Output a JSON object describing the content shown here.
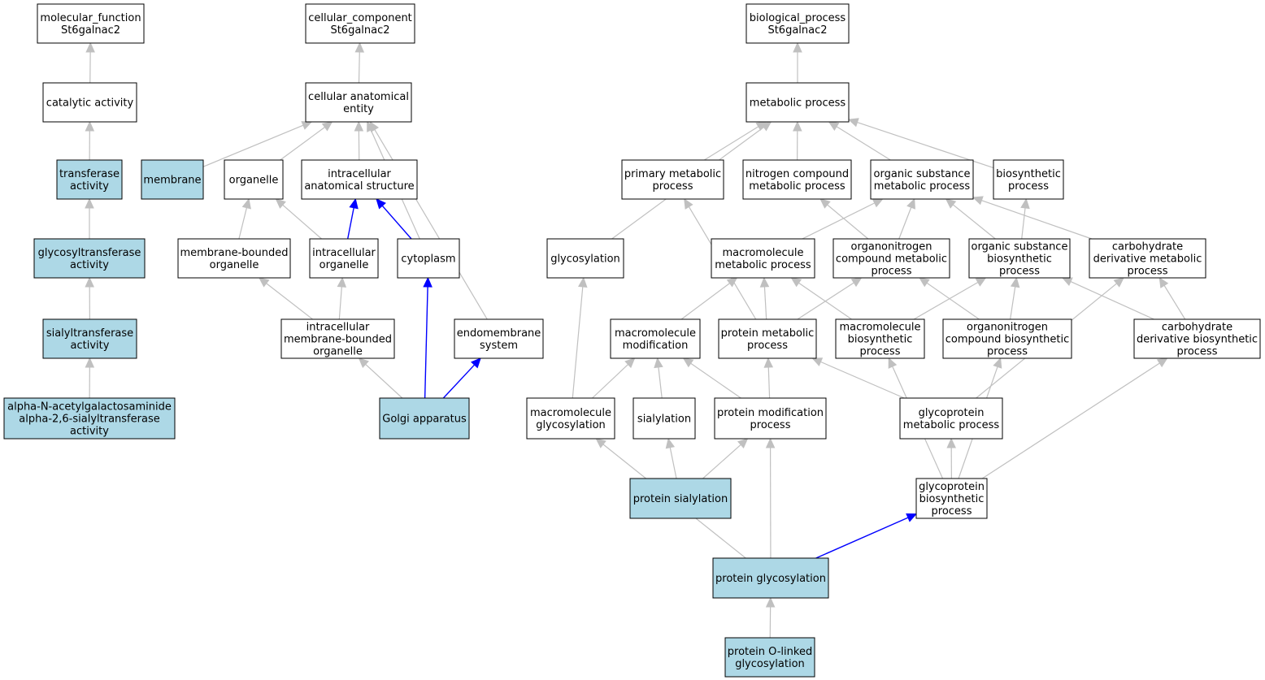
{
  "colors": {
    "highlight_fill": "#add8e6",
    "plain_fill": "#ffffff",
    "gray_edge": "#c0c0c0",
    "blue_edge": "#0000ff",
    "border": "#000000"
  },
  "nodes": {
    "molecular_function": {
      "lines": [
        "molecular_function",
        "St6galnac2"
      ],
      "highlight": false
    },
    "catalytic_activity": {
      "lines": [
        "catalytic activity"
      ],
      "highlight": false
    },
    "transferase_activity": {
      "lines": [
        "transferase",
        "activity"
      ],
      "highlight": true
    },
    "glycosyltransferase_activity": {
      "lines": [
        "glycosyltransferase",
        "activity"
      ],
      "highlight": true
    },
    "sialyltransferase_activity": {
      "lines": [
        "sialyltransferase",
        "activity"
      ],
      "highlight": true
    },
    "alpha_n_acetyl": {
      "lines": [
        "alpha-N-acetylgalactosaminide",
        "alpha-2,6-sialyltransferase",
        "activity"
      ],
      "highlight": true
    },
    "cellular_component": {
      "lines": [
        "cellular_component",
        "St6galnac2"
      ],
      "highlight": false
    },
    "cellular_anatomical_entity": {
      "lines": [
        "cellular anatomical",
        "entity"
      ],
      "highlight": false
    },
    "membrane": {
      "lines": [
        "membrane"
      ],
      "highlight": true
    },
    "organelle": {
      "lines": [
        "organelle"
      ],
      "highlight": false
    },
    "intracellular_anatomical_structure": {
      "lines": [
        "intracellular",
        "anatomical structure"
      ],
      "highlight": false
    },
    "membrane_bounded_organelle": {
      "lines": [
        "membrane-bounded",
        "organelle"
      ],
      "highlight": false
    },
    "intracellular_organelle": {
      "lines": [
        "intracellular",
        "organelle"
      ],
      "highlight": false
    },
    "cytoplasm": {
      "lines": [
        "cytoplasm"
      ],
      "highlight": false
    },
    "intracellular_membrane_bounded_organelle": {
      "lines": [
        "intracellular",
        "membrane-bounded",
        "organelle"
      ],
      "highlight": false
    },
    "endomembrane_system": {
      "lines": [
        "endomembrane",
        "system"
      ],
      "highlight": false
    },
    "golgi_apparatus": {
      "lines": [
        "Golgi apparatus"
      ],
      "highlight": true
    },
    "biological_process": {
      "lines": [
        "biological_process",
        "St6galnac2"
      ],
      "highlight": false
    },
    "metabolic_process": {
      "lines": [
        "metabolic process"
      ],
      "highlight": false
    },
    "primary_metabolic_process": {
      "lines": [
        "primary metabolic",
        "process"
      ],
      "highlight": false
    },
    "nitrogen_compound_metabolic_process": {
      "lines": [
        "nitrogen compound",
        "metabolic process"
      ],
      "highlight": false
    },
    "organic_substance_metabolic_process": {
      "lines": [
        "organic substance",
        "metabolic process"
      ],
      "highlight": false
    },
    "biosynthetic_process": {
      "lines": [
        "biosynthetic",
        "process"
      ],
      "highlight": false
    },
    "glycosylation": {
      "lines": [
        "glycosylation"
      ],
      "highlight": false
    },
    "macromolecule_metabolic_process": {
      "lines": [
        "macromolecule",
        "metabolic process"
      ],
      "highlight": false
    },
    "organonitrogen_compound_metabolic_process": {
      "lines": [
        "organonitrogen",
        "compound metabolic",
        "process"
      ],
      "highlight": false
    },
    "organic_substance_biosynthetic_process": {
      "lines": [
        "organic substance",
        "biosynthetic",
        "process"
      ],
      "highlight": false
    },
    "carbohydrate_derivative_metabolic_process": {
      "lines": [
        "carbohydrate",
        "derivative metabolic",
        "process"
      ],
      "highlight": false
    },
    "macromolecule_modification": {
      "lines": [
        "macromolecule",
        "modification"
      ],
      "highlight": false
    },
    "protein_metabolic_process": {
      "lines": [
        "protein metabolic",
        "process"
      ],
      "highlight": false
    },
    "macromolecule_biosynthetic_process": {
      "lines": [
        "macromolecule",
        "biosynthetic",
        "process"
      ],
      "highlight": false
    },
    "organonitrogen_compound_biosynthetic_process": {
      "lines": [
        "organonitrogen",
        "compound biosynthetic",
        "process"
      ],
      "highlight": false
    },
    "carbohydrate_derivative_biosynthetic_process": {
      "lines": [
        "carbohydrate",
        "derivative biosynthetic",
        "process"
      ],
      "highlight": false
    },
    "macromolecule_glycosylation": {
      "lines": [
        "macromolecule",
        "glycosylation"
      ],
      "highlight": false
    },
    "sialylation": {
      "lines": [
        "sialylation"
      ],
      "highlight": false
    },
    "protein_modification_process": {
      "lines": [
        "protein modification",
        "process"
      ],
      "highlight": false
    },
    "glycoprotein_metabolic_process": {
      "lines": [
        "glycoprotein",
        "metabolic process"
      ],
      "highlight": false
    },
    "protein_sialylation": {
      "lines": [
        "protein sialylation"
      ],
      "highlight": true
    },
    "glycoprotein_biosynthetic_process": {
      "lines": [
        "glycoprotein",
        "biosynthetic",
        "process"
      ],
      "highlight": false
    },
    "protein_glycosylation": {
      "lines": [
        "protein glycosylation"
      ],
      "highlight": true
    },
    "protein_o_linked_glycosylation": {
      "lines": [
        "protein O-linked",
        "glycosylation"
      ],
      "highlight": true
    }
  },
  "edges": [
    {
      "from": "catalytic_activity",
      "to": "molecular_function",
      "color": "gray"
    },
    {
      "from": "transferase_activity",
      "to": "catalytic_activity",
      "color": "gray"
    },
    {
      "from": "glycosyltransferase_activity",
      "to": "transferase_activity",
      "color": "gray"
    },
    {
      "from": "sialyltransferase_activity",
      "to": "glycosyltransferase_activity",
      "color": "gray"
    },
    {
      "from": "alpha_n_acetyl",
      "to": "sialyltransferase_activity",
      "color": "gray"
    },
    {
      "from": "cellular_anatomical_entity",
      "to": "cellular_component",
      "color": "gray"
    },
    {
      "from": "membrane",
      "to": "cellular_anatomical_entity",
      "color": "gray"
    },
    {
      "from": "organelle",
      "to": "cellular_anatomical_entity",
      "color": "gray"
    },
    {
      "from": "intracellular_anatomical_structure",
      "to": "cellular_anatomical_entity",
      "color": "gray"
    },
    {
      "from": "cytoplasm",
      "to": "cellular_anatomical_entity",
      "color": "gray"
    },
    {
      "from": "endomembrane_system",
      "to": "cellular_anatomical_entity",
      "color": "gray"
    },
    {
      "from": "membrane_bounded_organelle",
      "to": "organelle",
      "color": "gray"
    },
    {
      "from": "intracellular_organelle",
      "to": "organelle",
      "color": "gray"
    },
    {
      "from": "intracellular_organelle",
      "to": "intracellular_anatomical_structure",
      "color": "blue"
    },
    {
      "from": "cytoplasm",
      "to": "intracellular_anatomical_structure",
      "color": "blue"
    },
    {
      "from": "intracellular_membrane_bounded_organelle",
      "to": "membrane_bounded_organelle",
      "color": "gray"
    },
    {
      "from": "intracellular_membrane_bounded_organelle",
      "to": "intracellular_organelle",
      "color": "gray"
    },
    {
      "from": "golgi_apparatus",
      "to": "intracellular_membrane_bounded_organelle",
      "color": "gray"
    },
    {
      "from": "golgi_apparatus",
      "to": "cytoplasm",
      "color": "blue"
    },
    {
      "from": "golgi_apparatus",
      "to": "endomembrane_system",
      "color": "blue"
    },
    {
      "from": "metabolic_process",
      "to": "biological_process",
      "color": "gray"
    },
    {
      "from": "glycosylation",
      "to": "metabolic_process",
      "color": "gray"
    },
    {
      "from": "primary_metabolic_process",
      "to": "metabolic_process",
      "color": "gray"
    },
    {
      "from": "nitrogen_compound_metabolic_process",
      "to": "metabolic_process",
      "color": "gray"
    },
    {
      "from": "organic_substance_metabolic_process",
      "to": "metabolic_process",
      "color": "gray"
    },
    {
      "from": "biosynthetic_process",
      "to": "metabolic_process",
      "color": "gray"
    },
    {
      "from": "macromolecule_metabolic_process",
      "to": "organic_substance_metabolic_process",
      "color": "gray"
    },
    {
      "from": "organonitrogen_compound_metabolic_process",
      "to": "organic_substance_metabolic_process",
      "color": "gray"
    },
    {
      "from": "organonitrogen_compound_metabolic_process",
      "to": "nitrogen_compound_metabolic_process",
      "color": "gray"
    },
    {
      "from": "organic_substance_biosynthetic_process",
      "to": "organic_substance_metabolic_process",
      "color": "gray"
    },
    {
      "from": "organic_substance_biosynthetic_process",
      "to": "biosynthetic_process",
      "color": "gray"
    },
    {
      "from": "carbohydrate_derivative_metabolic_process",
      "to": "organic_substance_metabolic_process",
      "color": "gray"
    },
    {
      "from": "macromolecule_modification",
      "to": "macromolecule_metabolic_process",
      "color": "gray"
    },
    {
      "from": "protein_metabolic_process",
      "to": "macromolecule_metabolic_process",
      "color": "gray"
    },
    {
      "from": "protein_metabolic_process",
      "to": "organonitrogen_compound_metabolic_process",
      "color": "gray"
    },
    {
      "from": "protein_metabolic_process",
      "to": "primary_metabolic_process",
      "color": "gray"
    },
    {
      "from": "macromolecule_biosynthetic_process",
      "to": "macromolecule_metabolic_process",
      "color": "gray"
    },
    {
      "from": "macromolecule_biosynthetic_process",
      "to": "organic_substance_biosynthetic_process",
      "color": "gray"
    },
    {
      "from": "organonitrogen_compound_biosynthetic_process",
      "to": "organonitrogen_compound_metabolic_process",
      "color": "gray"
    },
    {
      "from": "organonitrogen_compound_biosynthetic_process",
      "to": "organic_substance_biosynthetic_process",
      "color": "gray"
    },
    {
      "from": "carbohydrate_derivative_biosynthetic_process",
      "to": "carbohydrate_derivative_metabolic_process",
      "color": "gray"
    },
    {
      "from": "carbohydrate_derivative_biosynthetic_process",
      "to": "organic_substance_biosynthetic_process",
      "color": "gray"
    },
    {
      "from": "macromolecule_glycosylation",
      "to": "glycosylation",
      "color": "gray"
    },
    {
      "from": "macromolecule_glycosylation",
      "to": "macromolecule_modification",
      "color": "gray"
    },
    {
      "from": "sialylation",
      "to": "macromolecule_modification",
      "color": "gray"
    },
    {
      "from": "protein_modification_process",
      "to": "macromolecule_modification",
      "color": "gray"
    },
    {
      "from": "protein_modification_process",
      "to": "protein_metabolic_process",
      "color": "gray"
    },
    {
      "from": "glycoprotein_metabolic_process",
      "to": "protein_metabolic_process",
      "color": "gray"
    },
    {
      "from": "glycoprotein_metabolic_process",
      "to": "carbohydrate_derivative_metabolic_process",
      "color": "gray"
    },
    {
      "from": "protein_sialylation",
      "to": "sialylation",
      "color": "gray"
    },
    {
      "from": "protein_sialylation",
      "to": "protein_modification_process",
      "color": "gray"
    },
    {
      "from": "glycoprotein_biosynthetic_process",
      "to": "glycoprotein_metabolic_process",
      "color": "gray"
    },
    {
      "from": "glycoprotein_biosynthetic_process",
      "to": "macromolecule_biosynthetic_process",
      "color": "gray"
    },
    {
      "from": "glycoprotein_biosynthetic_process",
      "to": "organonitrogen_compound_biosynthetic_process",
      "color": "gray"
    },
    {
      "from": "glycoprotein_biosynthetic_process",
      "to": "carbohydrate_derivative_biosynthetic_process",
      "color": "gray"
    },
    {
      "from": "protein_glycosylation",
      "to": "macromolecule_glycosylation",
      "color": "gray"
    },
    {
      "from": "protein_glycosylation",
      "to": "protein_modification_process",
      "color": "gray"
    },
    {
      "from": "protein_glycosylation",
      "to": "glycoprotein_biosynthetic_process",
      "color": "blue"
    },
    {
      "from": "protein_o_linked_glycosylation",
      "to": "protein_glycosylation",
      "color": "gray"
    }
  ]
}
